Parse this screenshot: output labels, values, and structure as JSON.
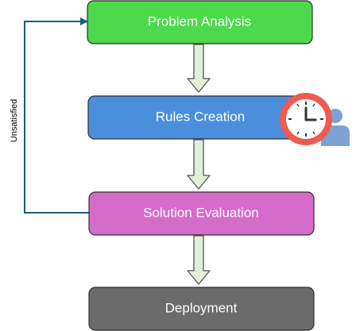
{
  "steps": [
    {
      "label": "Problem Analysis",
      "color": "#4cd94c"
    },
    {
      "label": "Rules Creation",
      "color": "#4a8fdc"
    },
    {
      "label": "Solution Evaluation",
      "color": "#d56cc9"
    },
    {
      "label": "Deployment",
      "color": "#6b6b6b"
    }
  ],
  "feedback": {
    "label": "Unsatisfied",
    "color": "#1f5a7a"
  },
  "arrow_color": "#e2f0d9",
  "arrow_stroke": "#555555",
  "icon": {
    "name": "clock-person-icon",
    "clock_color": "#f05a4f",
    "person_color": "#7da2d6"
  }
}
